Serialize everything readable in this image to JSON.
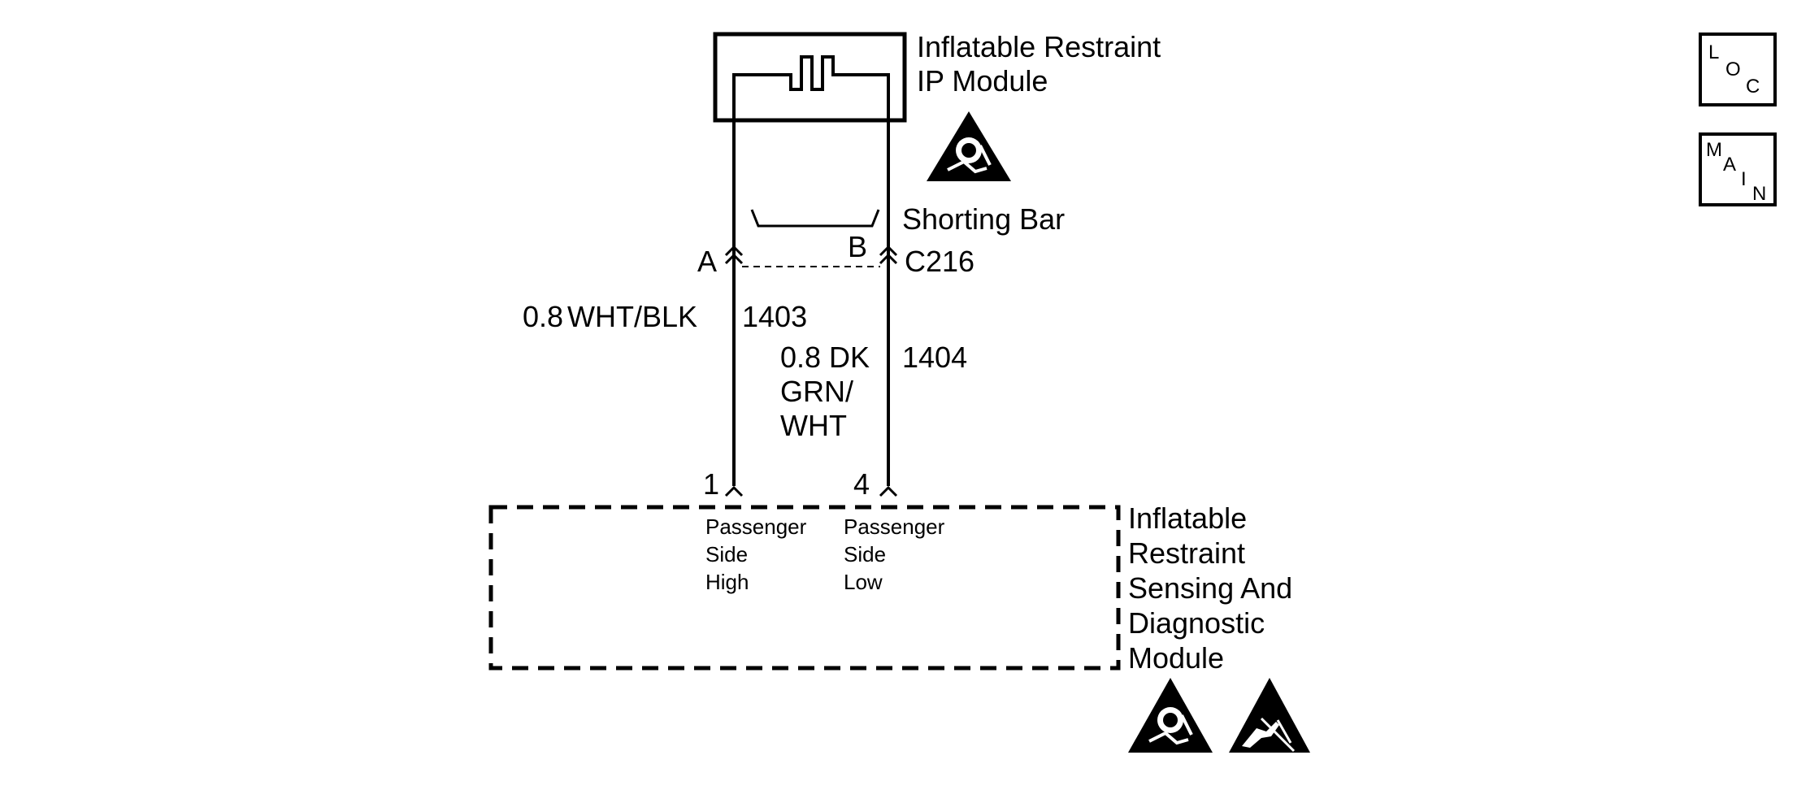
{
  "ip_module": {
    "title_line1": "Inflatable Restraint",
    "title_line2": "IP Module",
    "warning_icon": "airbag-warning-icon"
  },
  "shorting_bar": {
    "label": "Shorting Bar"
  },
  "connector": {
    "name": "C216",
    "pin_a": "A",
    "pin_b": "B"
  },
  "wires": [
    {
      "size": "0.8",
      "color_line1": "WHT/BLK",
      "circuit": "1403"
    },
    {
      "size": "0.8 DK",
      "color_line2": "GRN/",
      "color_line3": "WHT",
      "circuit": "1404"
    }
  ],
  "sdm": {
    "pin_1": "1",
    "pin_4": "4",
    "title_line1": "Inflatable",
    "title_line2": "Restraint",
    "title_line3": "Sensing And",
    "title_line4": "Diagnostic",
    "title_line5": "Module",
    "terminal_high": {
      "line1": "Passenger",
      "line2": "Side",
      "line3": "High"
    },
    "terminal_low": {
      "line1": "Passenger",
      "line2": "Side",
      "line3": "Low"
    },
    "warning_icons": [
      "airbag-warning-icon",
      "esd-warning-icon"
    ]
  },
  "nav": {
    "loc": {
      "l1": "L",
      "l2": "O",
      "l3": "C"
    },
    "main": {
      "l1": "M",
      "l2": "A",
      "l3": "I",
      "l4": "N"
    }
  }
}
